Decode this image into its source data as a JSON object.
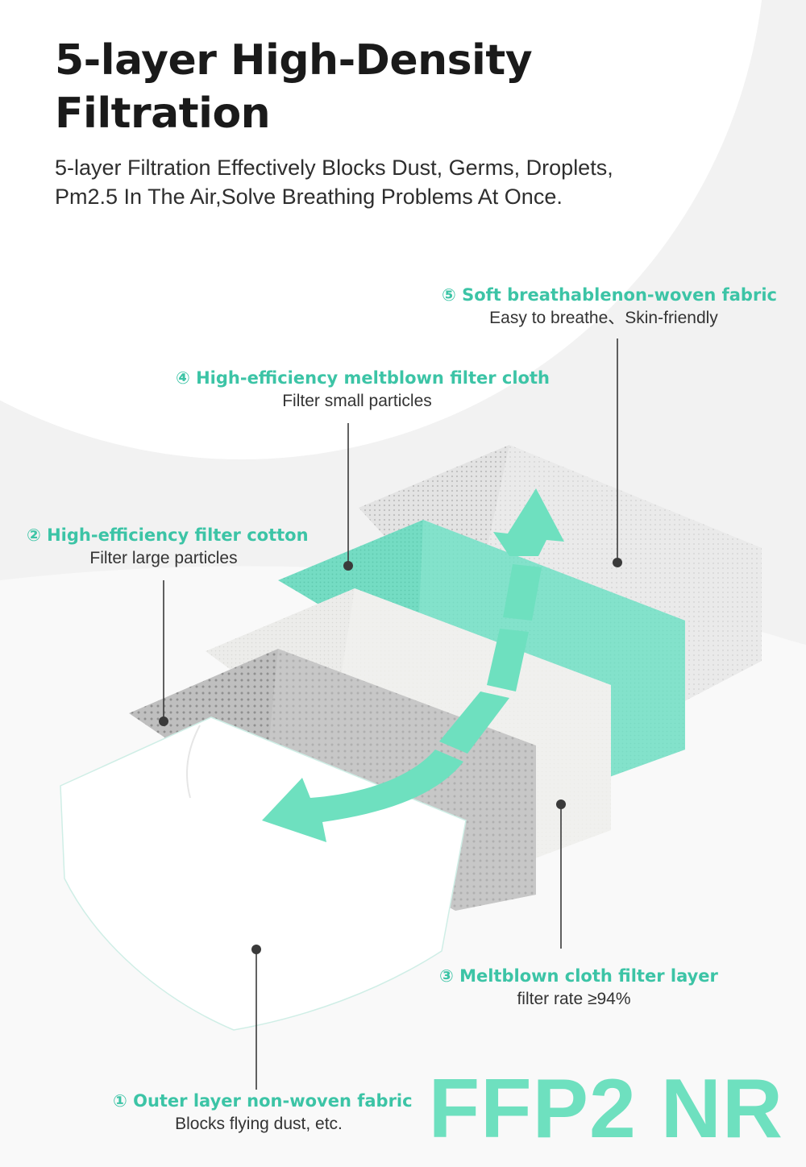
{
  "header": {
    "title_line1": "5-layer High-Density",
    "title_line2": "Filtration",
    "subtitle_line1": "5-layer Filtration Effectively Blocks Dust, Germs, Droplets,",
    "subtitle_line2": "Pm2.5 In The Air,Solve Breathing Problems At Once."
  },
  "layers": [
    {
      "head": "① Outer layer non-woven fabric",
      "desc": "Blocks flying dust, etc."
    },
    {
      "head": "② High-efficiency filter cotton",
      "desc": "Filter large particles"
    },
    {
      "head": "③ Meltblown cloth filter layer",
      "desc": "filter rate ≥94%"
    },
    {
      "head": "④ High-efficiency meltblown filter cloth",
      "desc": "Filter small particles"
    },
    {
      "head": "⑤ Soft breathablenon-woven fabric",
      "desc": "Easy to breathe、Skin-friendly"
    }
  ],
  "badge": "FFP2 NR",
  "colors": {
    "accent": "#3cc4a6",
    "teal_layer": "#6fdfc5",
    "badge": "#6ee0bf",
    "background": "#f6f6f6"
  }
}
